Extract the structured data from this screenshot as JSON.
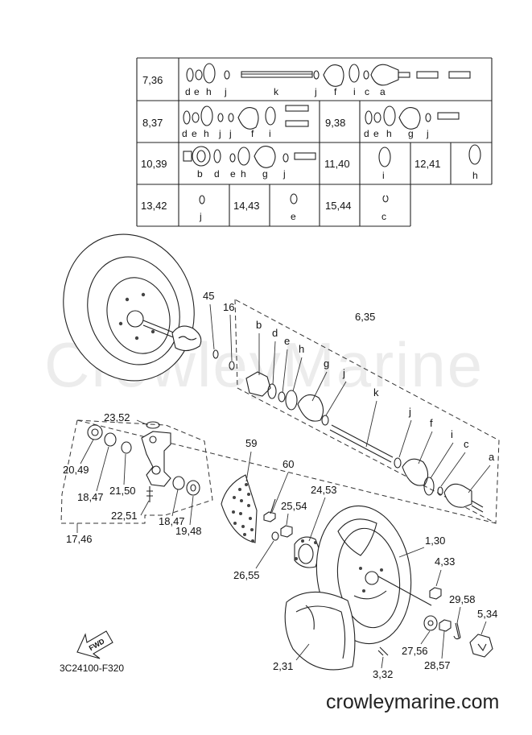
{
  "watermark": "CrowleyMarine",
  "site_url": "crowleymarine.com",
  "drawing_code": "3C24100-F320",
  "fwd_label": "FWD",
  "kit_table": [
    {
      "ref": "7,36",
      "letters": [
        "d",
        "e",
        "h",
        "j",
        "k",
        "j",
        "f",
        "i",
        "c",
        "a"
      ]
    },
    {
      "ref": "8,37",
      "letters": [
        "d",
        "e",
        "h",
        "j",
        "j",
        "f",
        "i"
      ]
    },
    {
      "ref": "9,38",
      "letters": [
        "d",
        "e",
        "h",
        "g",
        "j"
      ]
    },
    {
      "ref": "10,39",
      "letters": [
        "b",
        "d",
        "e",
        "h",
        "g",
        "j"
      ]
    },
    {
      "ref": "11,40",
      "letters": [
        "i"
      ]
    },
    {
      "ref": "12,41",
      "letters": [
        "h"
      ]
    },
    {
      "ref": "13,42",
      "letters": [
        "j"
      ]
    },
    {
      "ref": "14,43",
      "letters": [
        "e"
      ]
    },
    {
      "ref": "15,44",
      "letters": [
        "c"
      ]
    }
  ],
  "callouts": {
    "c45": "45",
    "c16": "16",
    "c635": "6,35",
    "lb": "b",
    "ld": "d",
    "le": "e",
    "lh": "h",
    "lg": "g",
    "lj1": "j",
    "lk": "k",
    "lj2": "j",
    "lf": "f",
    "li": "i",
    "lc": "c",
    "la": "a",
    "c2352": "23,52",
    "c2049": "20,49",
    "c1847a": "18,47",
    "c2150": "21,50",
    "c2251": "22,51",
    "c1847b": "18,47",
    "c1948": "19,48",
    "c1746": "17,46",
    "c59": "59",
    "c60": "60",
    "c2554": "25,54",
    "c2453": "24,53",
    "c2655": "26,55",
    "c130": "1,30",
    "c433": "4,33",
    "c2958": "29,58",
    "c534": "5,34",
    "c2756": "27,56",
    "c2857": "28,57",
    "c231": "2,31",
    "c332": "3,32"
  }
}
